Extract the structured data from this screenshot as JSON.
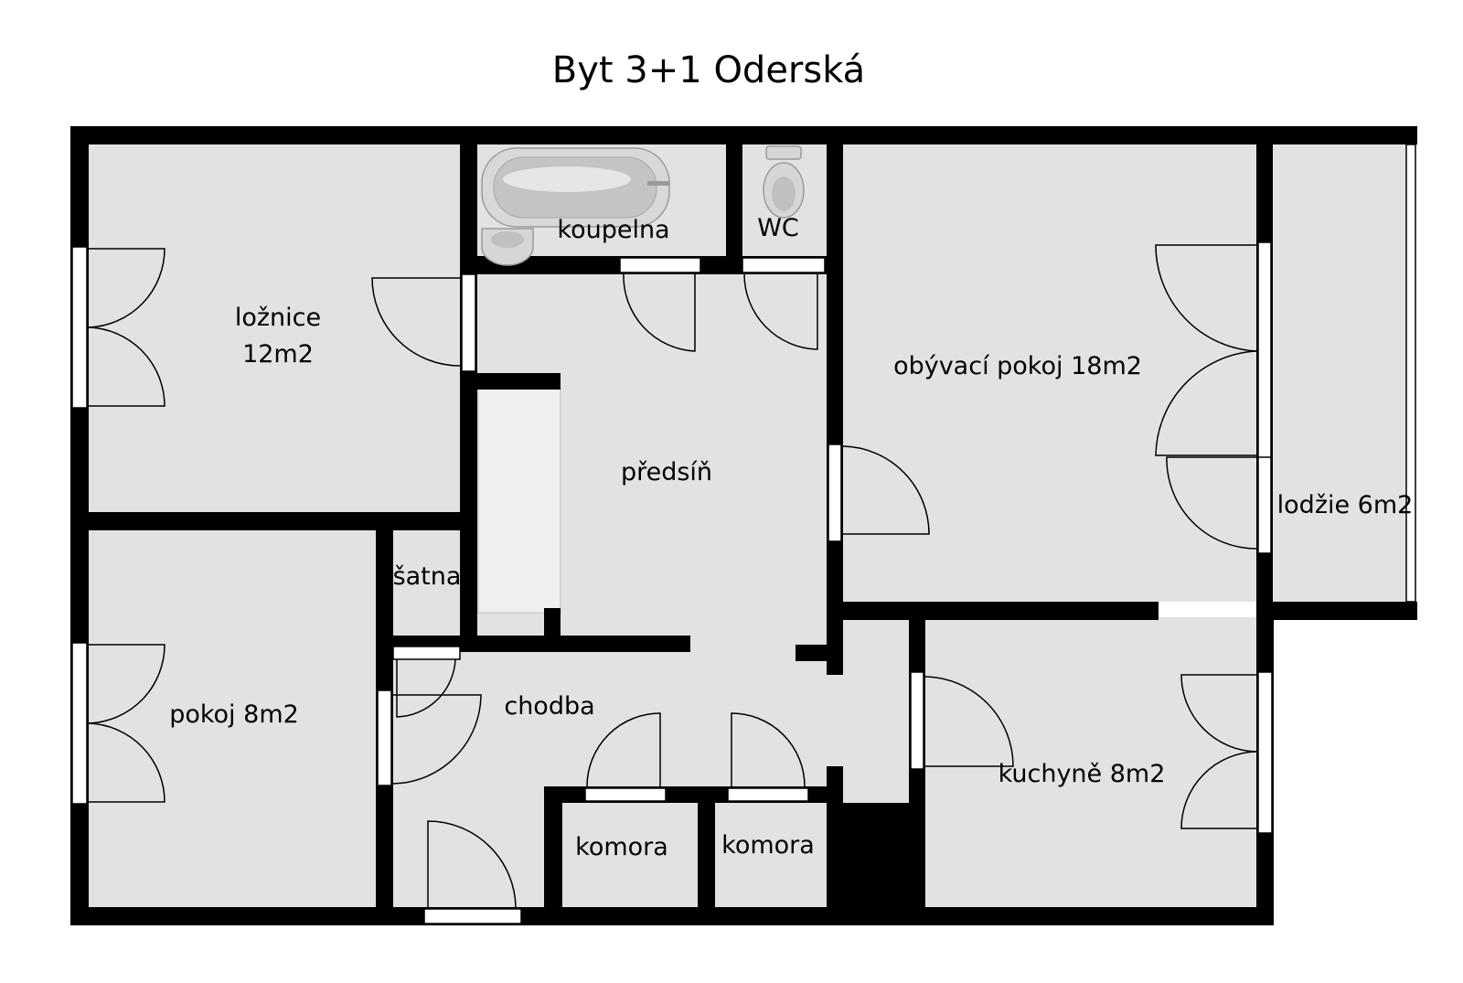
{
  "title": "Byt 3+1 Oderská",
  "colors": {
    "floor": "#e2e2e2",
    "wall": "#000000",
    "background": "#ffffff"
  },
  "rooms": {
    "loznice": {
      "line1": "ložnice",
      "line2": "12m2"
    },
    "koupelna": "koupelna",
    "wc": "WC",
    "obyvaci_pokoj": "obývací pokoj 18m2",
    "predsin": "předsíň",
    "lodzie": "lodžie 6m2",
    "satna": "šatna",
    "pokoj": "pokoj 8m2",
    "chodba": "chodba",
    "kuchyne": "kuchyně 8m2",
    "komora_1": "komora",
    "komora_2": "komora"
  },
  "fixtures": {
    "bathtub": "bathtub-icon",
    "washbasin": "sink-icon",
    "toilet": "toilet-icon"
  }
}
